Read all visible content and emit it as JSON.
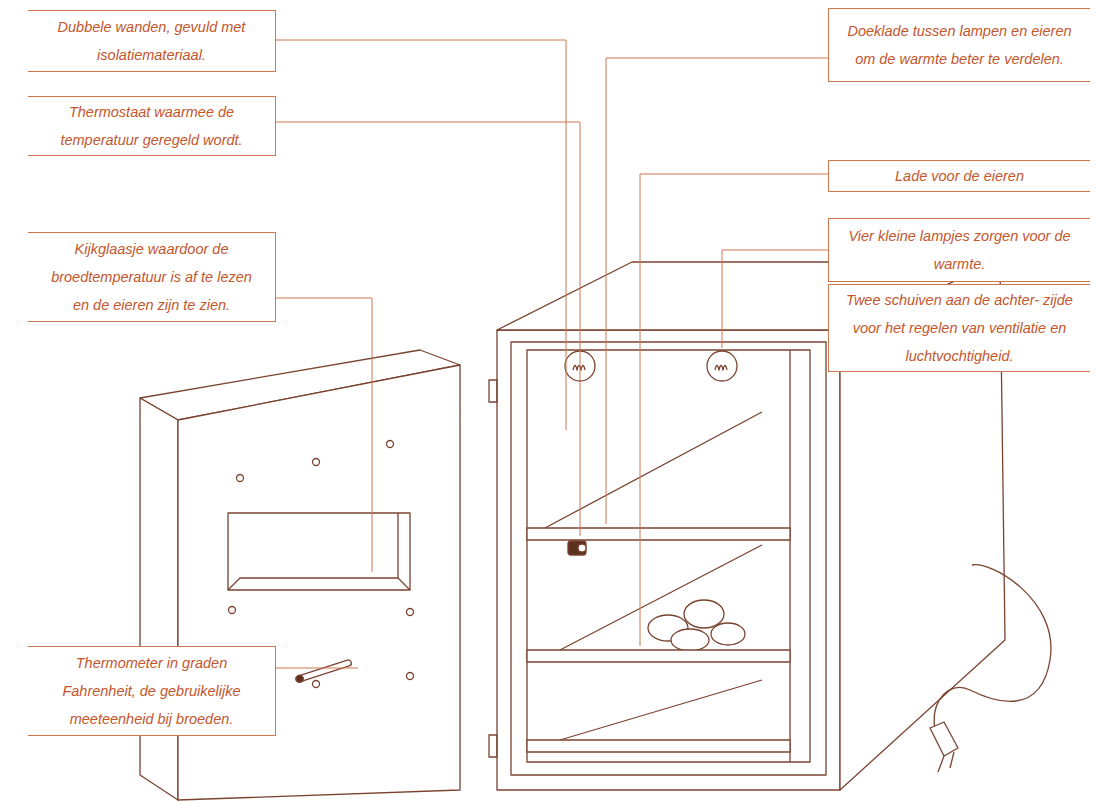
{
  "diagram": {
    "nodes": [
      {
        "text": [
          "Dubbele wanden, gevuld met isolatiemateriaal."
        ]
      },
      {
        "text": [
          "Thermostaat waarmee de temperatuur geregeld wordt."
        ]
      },
      {
        "text": [
          "Kijkglaasje waardoor de broedtemperatuur is af te lezen en de eieren zijn te zien."
        ]
      },
      {
        "text": [
          "Thermometer in graden Fahrenheit, de gebruikelijke meeteenheid bij broeden."
        ]
      },
      {
        "text": [
          "Doeklade tussen lampen en eieren om de warmte beter te verdelen."
        ]
      },
      {
        "text": [
          "Lade voor de eieren"
        ]
      },
      {
        "text": [
          "Vier kleine lampjes zorgen voor de warmte."
        ]
      },
      {
        "text": [
          "Twee schuiven aan de achter- zijde voor het regelen van ventilatie en luchtvochtigheid."
        ]
      }
    ]
  }
}
